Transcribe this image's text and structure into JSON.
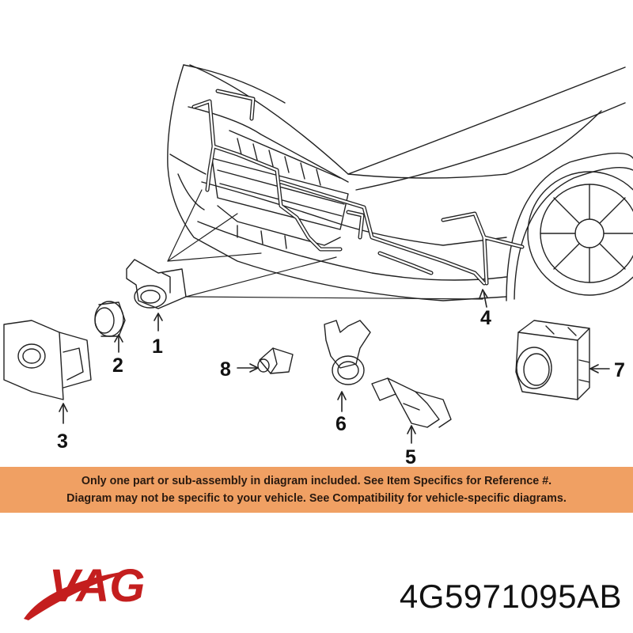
{
  "diagram": {
    "callouts": {
      "c1": "1",
      "c2": "2",
      "c3": "3",
      "c4": "4",
      "c5": "5",
      "c6": "6",
      "c7": "7",
      "c8": "8"
    }
  },
  "banner": {
    "line1": "Only one part or sub-assembly in diagram included. See Item Specifics for Reference #.",
    "line2": "Diagram may not be specific to your vehicle. See Compatibility for vehicle-specific diagrams.",
    "color": "#f0a063"
  },
  "brand": {
    "logo_text": "VAG",
    "logo_color": "#c41e1e"
  },
  "part_number": "4G5971095AB"
}
